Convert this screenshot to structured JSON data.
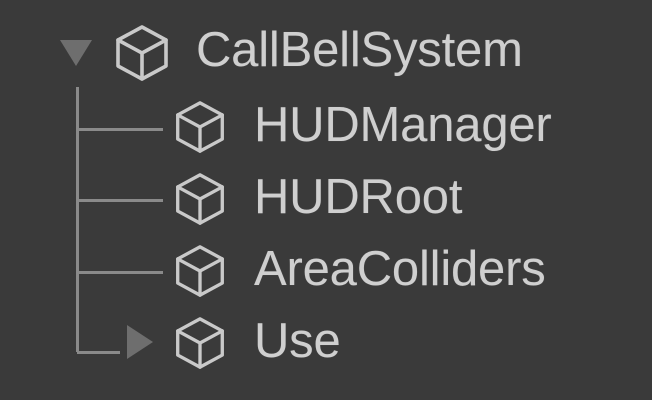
{
  "panel": {
    "name": "hierarchy-panel",
    "background_color": "#3a3a3a",
    "line_color": "#8a8a8a",
    "icon_color": "#c8c8c8",
    "text_color": "#cfcfcf",
    "twisty_color": "#6e6e6e"
  },
  "tree": {
    "root": {
      "label": "CallBellSystem",
      "icon": "gameobject-cube-icon",
      "expanded": true,
      "twisty": "triangle-down-icon",
      "depth": 0
    },
    "children": [
      {
        "label": "HUDManager",
        "icon": "gameobject-cube-icon",
        "expanded": false,
        "twisty": null,
        "depth": 1
      },
      {
        "label": "HUDRoot",
        "icon": "gameobject-cube-icon",
        "expanded": false,
        "twisty": null,
        "depth": 1
      },
      {
        "label": "AreaColliders",
        "icon": "gameobject-cube-icon",
        "expanded": false,
        "twisty": null,
        "depth": 1
      },
      {
        "label": "Use",
        "icon": "gameobject-cube-icon",
        "expanded": false,
        "twisty": "triangle-right-icon",
        "depth": 1
      }
    ]
  }
}
